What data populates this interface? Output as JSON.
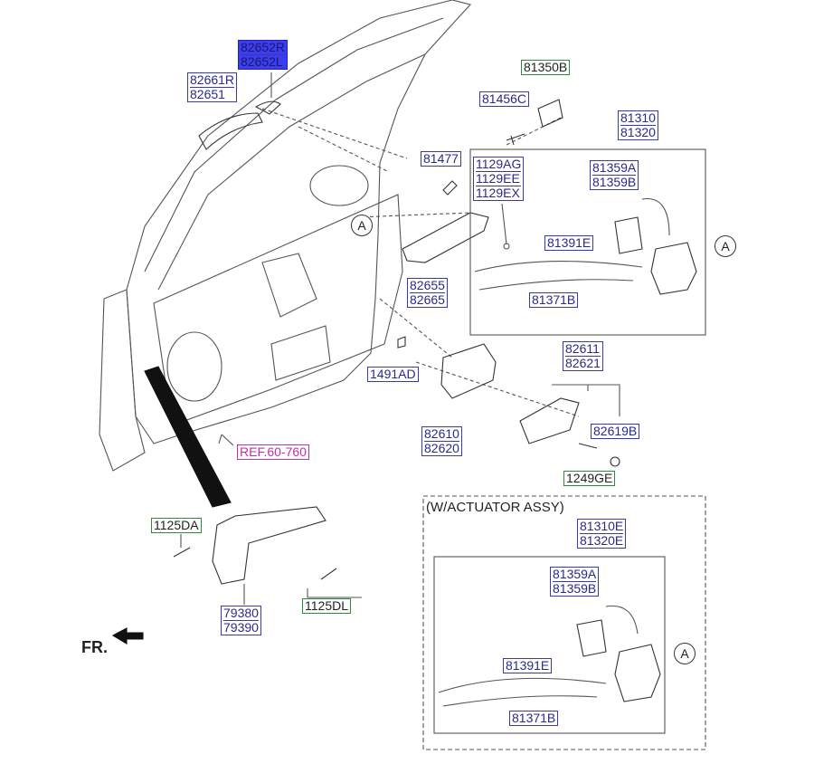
{
  "labels": {
    "p82652": [
      "82652R",
      "82652L"
    ],
    "p82661": [
      "82661R",
      "82651"
    ],
    "p81350": "81350B",
    "p81456": "81456C",
    "p81310": [
      "81310",
      "81320"
    ],
    "p81477": "81477",
    "p1129": [
      "1129AG",
      "1129EE",
      "1129EX"
    ],
    "p81359": [
      "81359A",
      "81359B"
    ],
    "p81391": "81391E",
    "p81371": "81371B",
    "p82655": [
      "82655",
      "82665"
    ],
    "p1491": "1491AD",
    "p82611": [
      "82611",
      "82621"
    ],
    "p82610": [
      "82610",
      "82620"
    ],
    "p82619": "82619B",
    "p1249": "1249GE",
    "ref": "REF.60-760",
    "p1125da": "1125DA",
    "p1125dl": "1125DL",
    "p79380": [
      "79380",
      "79390"
    ],
    "act_title": "(W/ACTUATOR ASSY)",
    "p81310e": [
      "81310E",
      "81320E"
    ],
    "p81359b2": [
      "81359A",
      "81359B"
    ],
    "p81391b": "81391E",
    "p81371b2": "81371B",
    "circle_a": "A",
    "fr": "FR."
  },
  "colors": {
    "label_border": "#3a3ab0",
    "green_border": "#2f8a3a",
    "highlight": "#3c3cf0",
    "ref": "#c42fa8"
  }
}
